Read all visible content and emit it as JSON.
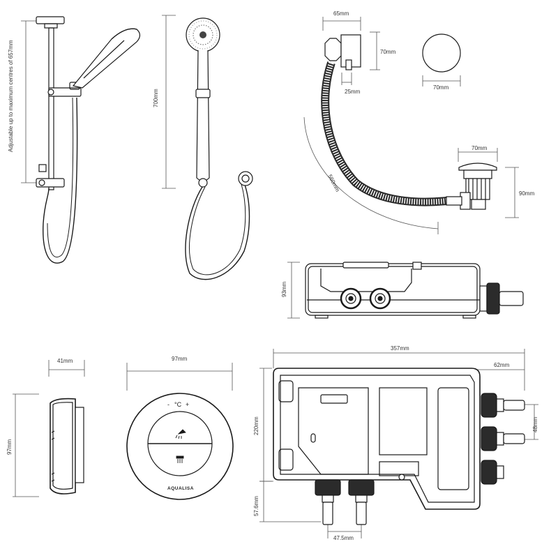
{
  "colors": {
    "line": "#1a1a1a",
    "dimension": "#555555",
    "fill_dark": "#2b2b2b",
    "background": "#ffffff"
  },
  "labels": {
    "rail_adjustable": "Adjustable up to maximum centres of 657mm",
    "shower_height": "700mm",
    "outlet_width": "65mm",
    "outlet_height": "70mm",
    "outlet_depth": "25mm",
    "cap_diameter": "70mm",
    "hose_length": "560mm",
    "waste_width": "70mm",
    "waste_height": "90mm",
    "unit_side_height": "93mm",
    "control_depth": "41mm",
    "control_width": "97mm",
    "control_height": "97mm",
    "unit_width": "357mm",
    "unit_side_offset": "62mm",
    "unit_height": "220mm",
    "port_spacing": "48mm",
    "bottom_offset": "57.6mm",
    "bottom_spacing": "47.5mm"
  },
  "control_panel": {
    "minus": "-",
    "temp": "°C",
    "plus": "+",
    "brand": "AQUALISA"
  }
}
